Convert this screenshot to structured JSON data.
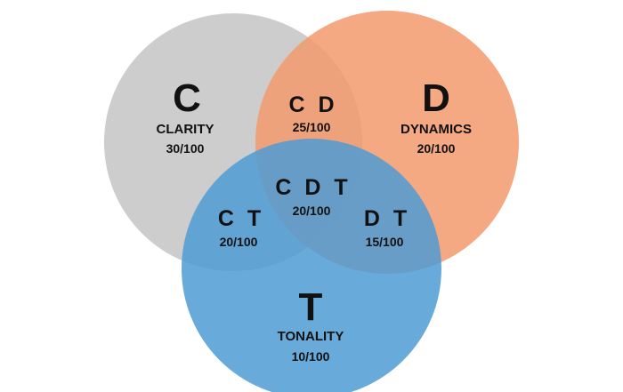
{
  "diagram": {
    "colors": {
      "clarity": "#c4c4c4",
      "dynamics": "#f39a6c",
      "tonality": "#4e9bd3"
    },
    "sets": {
      "c": {
        "letter": "C",
        "name": "CLARITY",
        "score": "30/100"
      },
      "d": {
        "letter": "D",
        "name": "DYNAMICS",
        "score": "20/100"
      },
      "t": {
        "letter": "T",
        "name": "TONALITY",
        "score": "10/100"
      }
    },
    "overlaps": {
      "cd": {
        "letters": "C D",
        "score": "25/100"
      },
      "ct": {
        "letters": "C T",
        "score": "20/100"
      },
      "dt": {
        "letters": "D T",
        "score": "15/100"
      },
      "cdt": {
        "letters": "C D T",
        "score": "20/100"
      }
    }
  }
}
